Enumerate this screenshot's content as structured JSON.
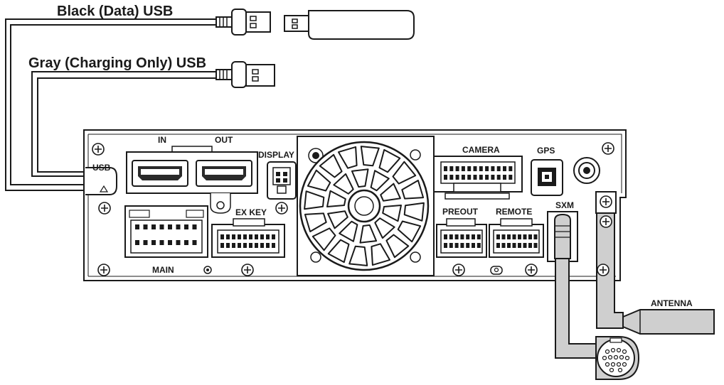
{
  "usb_cables": {
    "black_label": "Black (Data) USB",
    "gray_label": "Gray (Charging Only) USB"
  },
  "panel_labels": {
    "usb": "USB",
    "hdmi_in": "IN",
    "hdmi_out": "OUT",
    "display": "DISPLAY",
    "camera": "CAMERA",
    "gps": "GPS",
    "ex_key": "EX KEY",
    "preout": "PREOUT",
    "remote": "REMOTE",
    "main": "MAIN",
    "sxm": "SXM",
    "antenna": "ANTENNA"
  },
  "colors": {
    "line": "#1a1a1a",
    "cable_gray": "#cfcfcf",
    "body": "#ffffff"
  }
}
